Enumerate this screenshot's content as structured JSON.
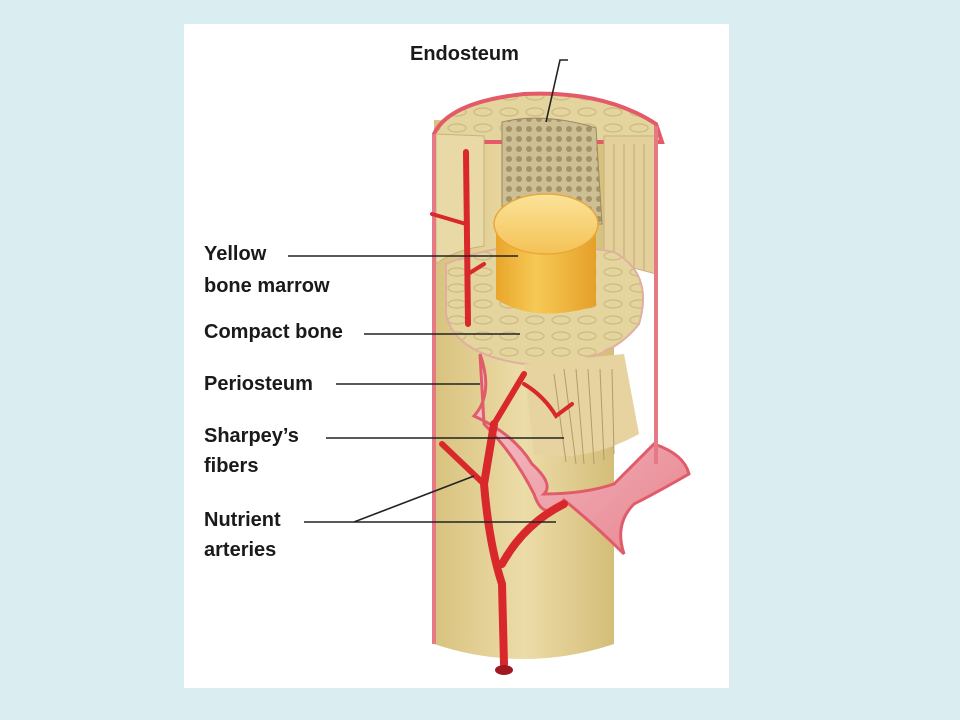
{
  "diagram": {
    "labels": {
      "endosteum": "Endosteum",
      "yellow_marrow_line1": "Yellow",
      "yellow_marrow_line2": "bone marrow",
      "compact_bone": "Compact bone",
      "periosteum": "Periosteum",
      "sharpeys_line1": "Sharpey’s",
      "sharpeys_line2": "fibers",
      "nutrient_line1": "Nutrient",
      "nutrient_line2": "arteries"
    },
    "colors": {
      "page_background": "#daeef2",
      "panel_background": "#ffffff",
      "bone": "#e7d39a",
      "marrow": "#f2b63c",
      "periosteum": "#f0a0a8",
      "artery": "#d8282c",
      "spongy": "#b8a878",
      "label_text": "#1a1a1a",
      "leader_line": "#222222"
    }
  }
}
